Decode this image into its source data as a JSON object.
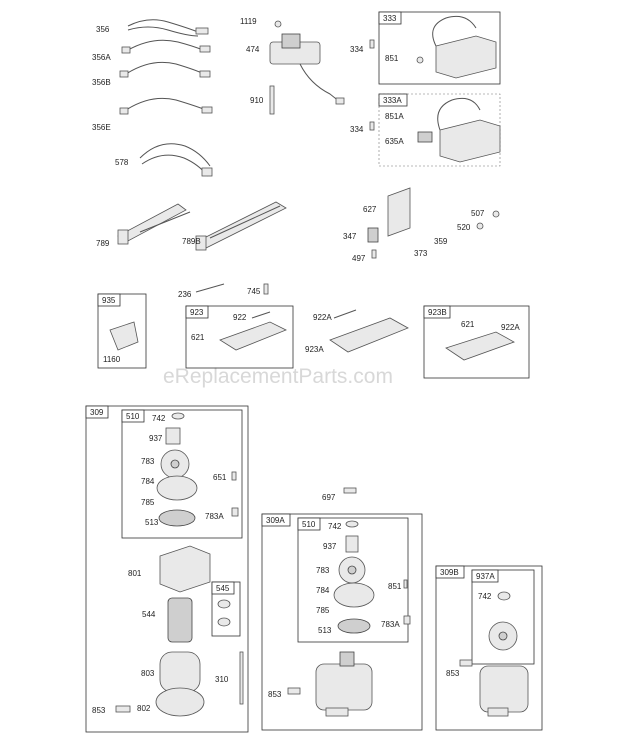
{
  "watermark": "eReplacementParts.com",
  "labels": {
    "l356": "356",
    "l356a": "356A",
    "l356b": "356B",
    "l356e": "356E",
    "l578": "578",
    "l789": "789",
    "l789b": "789B",
    "l1119": "1119",
    "l474": "474",
    "l910": "910",
    "l333": "333",
    "l334a": "334",
    "l851": "851",
    "l333a": "333A",
    "l334b": "334",
    "l851a": "851A",
    "l635a": "635A",
    "l627": "627",
    "l347": "347",
    "l497": "497",
    "l373": "373",
    "l359": "359",
    "l520": "520",
    "l507": "507",
    "l236": "236",
    "l745": "745",
    "l935": "935",
    "l1160": "1160",
    "l923": "923",
    "l922": "922",
    "l621a": "621",
    "l922a": "922A",
    "l923a": "923A",
    "l923b": "923B",
    "l621b": "621",
    "l922a2": "922A",
    "l309": "309",
    "l510": "510",
    "l742": "742",
    "l937": "937",
    "l783": "783",
    "l651": "651",
    "l784": "784",
    "l785": "785",
    "l513": "513",
    "l783a": "783A",
    "l801": "801",
    "l545": "545",
    "l544": "544",
    "l803": "803",
    "l310": "310",
    "l853a": "853",
    "l802": "802",
    "l697": "697",
    "l309a": "309A",
    "l510b": "510",
    "l742b": "742",
    "l937b": "937",
    "l783b": "783",
    "l851b": "851",
    "l784b": "784",
    "l785b": "785",
    "l513b": "513",
    "l783ab": "783A",
    "l853b": "853",
    "l309b": "309B",
    "l937a": "937A",
    "l742c": "742",
    "l853c": "853"
  }
}
